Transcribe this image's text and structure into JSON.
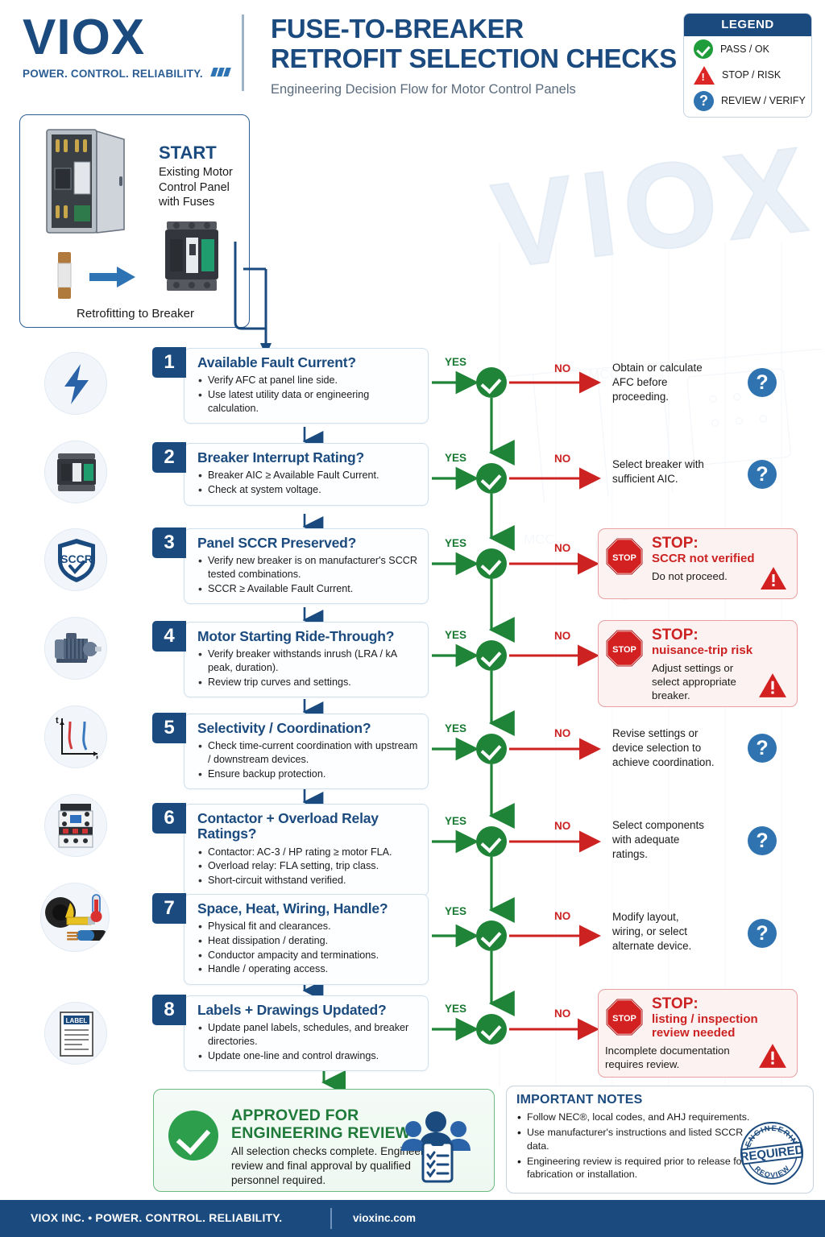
{
  "brand": {
    "logo_word": "VIOX",
    "tagline": "POWER. CONTROL. RELIABILITY.",
    "accent_navy": "#1b4a7e",
    "accent_green": "#1f8437",
    "accent_red": "#cc2222",
    "accent_blue": "#2f74b0"
  },
  "header": {
    "title_line1": "FUSE-TO-BREAKER",
    "title_line2": "RETROFIT SELECTION CHECKS",
    "subtitle": "Engineering Decision Flow for Motor Control Panels"
  },
  "legend": {
    "title": "LEGEND",
    "items": [
      {
        "icon": "check-circle-icon",
        "label": "PASS / OK"
      },
      {
        "icon": "warning-triangle-icon",
        "label": "STOP / RISK"
      },
      {
        "icon": "question-circle-icon",
        "label": "REVIEW / VERIFY"
      }
    ]
  },
  "start": {
    "title": "START",
    "description": "Existing Motor Control Panel with Fuses",
    "caption": "Retrofitting to Breaker"
  },
  "flow": {
    "yes_label": "YES",
    "no_label": "NO"
  },
  "steps": [
    {
      "number": "1",
      "title": "Available Fault Current?",
      "bullets": [
        "Verify AFC at panel line side.",
        "Use latest utility data or engineering calculation."
      ],
      "left_icon": "lightning-bolt-icon",
      "no_outcome": {
        "type": "review",
        "text": "Obtain or calculate AFC before proceeding."
      }
    },
    {
      "number": "2",
      "title": "Breaker Interrupt Rating?",
      "bullets": [
        "Breaker AIC ≥ Available Fault Current.",
        "Check at system voltage."
      ],
      "left_icon": "circuit-breaker-icon",
      "no_outcome": {
        "type": "review",
        "text": "Select breaker with sufficient AIC."
      }
    },
    {
      "number": "3",
      "title": "Panel SCCR Preserved?",
      "bullets": [
        "Verify new breaker is on manufacturer's SCCR tested combinations.",
        "SCCR ≥ Available Fault Current."
      ],
      "left_icon": "sccr-shield-icon",
      "no_outcome": {
        "type": "stop",
        "headline": "STOP:",
        "subhead": "SCCR not verified",
        "text": "Do not proceed."
      }
    },
    {
      "number": "4",
      "title": "Motor Starting Ride-Through?",
      "bullets": [
        "Verify breaker withstands inrush (LRA / kA peak, duration).",
        "Review trip curves and settings."
      ],
      "left_icon": "electric-motor-icon",
      "no_outcome": {
        "type": "stop",
        "headline": "STOP:",
        "subhead": "nuisance-trip risk",
        "text": "Adjust settings or select appropriate breaker."
      }
    },
    {
      "number": "5",
      "title": "Selectivity / Coordination?",
      "bullets": [
        "Check time-current coordination with upstream / downstream devices.",
        "Ensure backup protection."
      ],
      "left_icon": "time-current-curve-icon",
      "no_outcome": {
        "type": "review",
        "text": "Revise settings or device selection to achieve coordination."
      }
    },
    {
      "number": "6",
      "title": "Contactor + Overload Relay Ratings?",
      "bullets": [
        "Contactor: AC-3 / HP rating ≥ motor FLA.",
        "Overload relay: FLA setting, trip class.",
        "Short-circuit withstand verified."
      ],
      "left_icon": "contactor-overload-icon",
      "no_outcome": {
        "type": "review",
        "text": "Select components with adequate ratings."
      }
    },
    {
      "number": "7",
      "title": "Space, Heat, Wiring, Handle?",
      "bullets": [
        "Physical fit and clearances.",
        "Heat dissipation / derating.",
        "Conductor ampacity and terminations.",
        "Handle / operating access."
      ],
      "left_icon": "tape-measure-thermometer-cable-icon",
      "no_outcome": {
        "type": "review",
        "text": "Modify layout, wiring, or select alternate device."
      }
    },
    {
      "number": "8",
      "title": "Labels + Drawings Updated?",
      "bullets": [
        "Update panel labels, schedules, and breaker directories.",
        "Update one-line and control drawings."
      ],
      "left_icon": "label-document-icon",
      "no_outcome": {
        "type": "stop",
        "headline": "STOP:",
        "subhead": "listing / inspection review needed",
        "text": "Incomplete documentation requires review."
      }
    }
  ],
  "approved": {
    "title_line1": "APPROVED FOR",
    "title_line2": "ENGINEERING REVIEW",
    "text": "All selection checks complete. Engineering review and final approval by qualified personnel required."
  },
  "notes": {
    "title": "IMPORTANT NOTES",
    "items": [
      "Follow NEC®, local codes, and AHJ requirements.",
      "Use manufacturer's instructions and listed SCCR data.",
      "Engineering review is required prior to release for fabrication or installation."
    ],
    "stamp_top": "ENGINEERING",
    "stamp_mid": "REQUIRED",
    "stamp_bottom": "REQVIEW"
  },
  "footer": {
    "left": "VIOX INC.   •   POWER. CONTROL. RELIABILITY.",
    "right": "vioxinc.com"
  },
  "watermark": {
    "text": "VIOX",
    "label_mcc": "MCC"
  }
}
